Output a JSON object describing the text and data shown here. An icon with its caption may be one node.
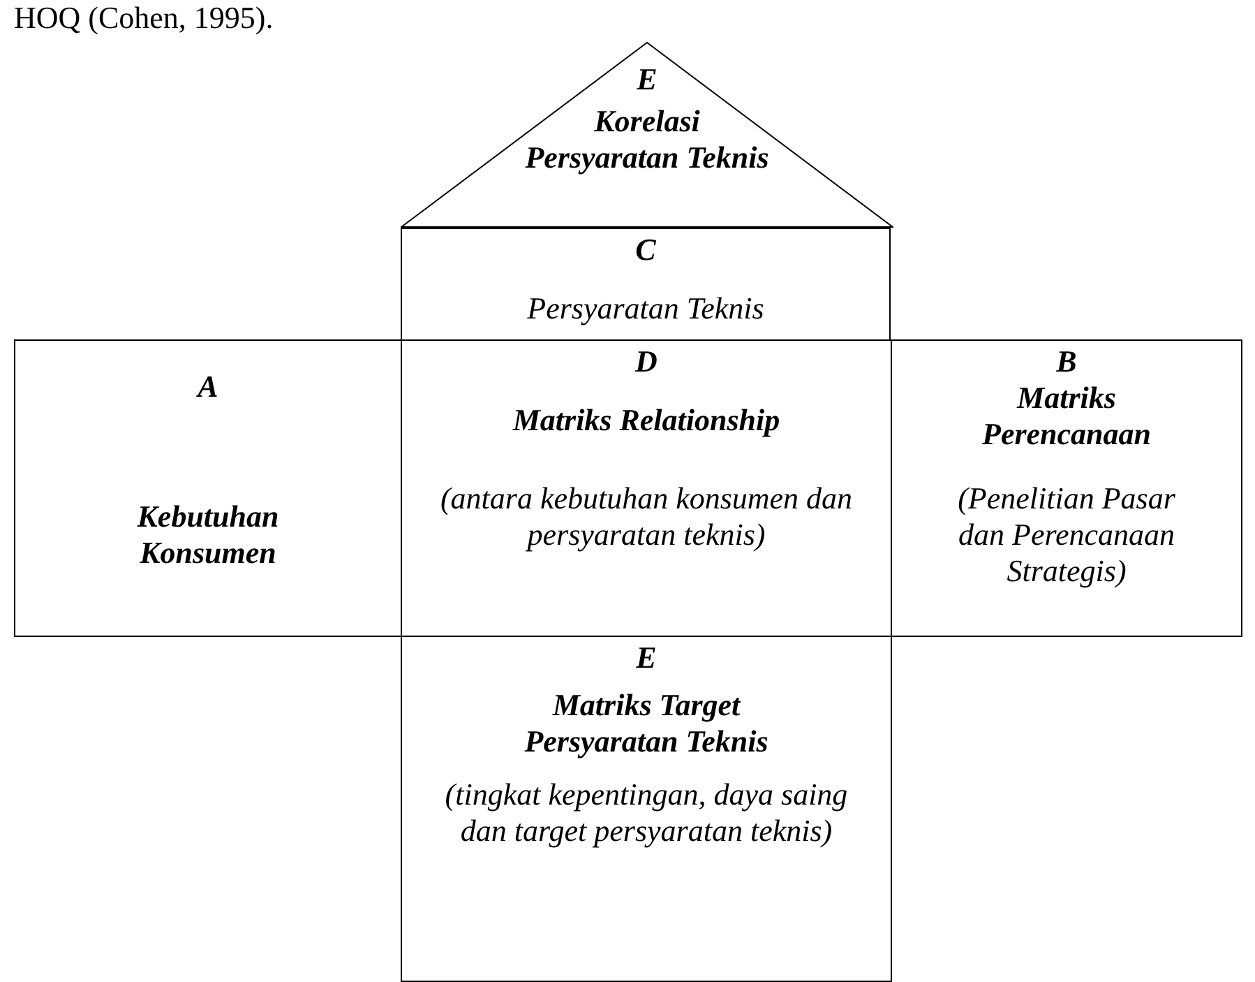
{
  "diagram": {
    "nodes": [
      {
        "text": [
          "E",
          "Korelasi Persyaratan Teknis"
        ]
      },
      {
        "text": [
          "C",
          "Persyaratan Teknis"
        ]
      },
      {
        "text": [
          "A",
          "Kebutuhan Konsumen"
        ]
      },
      {
        "text": [
          "D",
          "Matriks Relationship",
          "(antara kebutuhan konsumen dan persyaratan teknis)"
        ]
      },
      {
        "text": [
          "B",
          "Matriks Perencanaan",
          "(Penelitian Pasar dan Perencanaan Strategis)"
        ]
      },
      {
        "text": [
          "E",
          "Matriks Target Persyaratan Teknis",
          "(tingkat kepentingan, daya saing dan target persyaratan teknis)"
        ]
      }
    ],
    "edges": [],
    "labels": [
      "HOQ (Cohen, 1995)."
    ]
  }
}
